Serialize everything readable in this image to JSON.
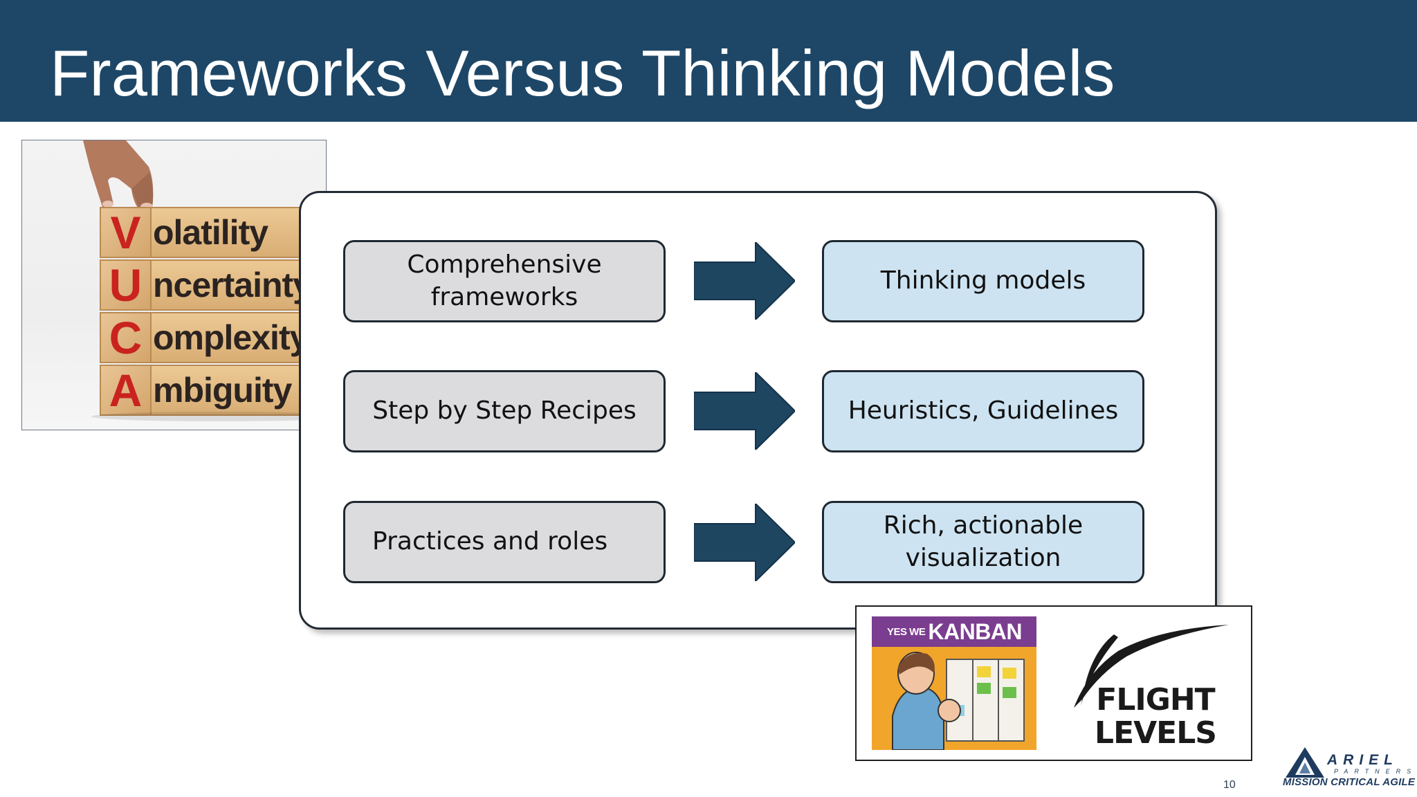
{
  "slide": {
    "title": "Frameworks Versus Thinking Models",
    "page_number": "10"
  },
  "vuca_image": {
    "rows": [
      {
        "letter": "V",
        "rest": "olatility"
      },
      {
        "letter": "U",
        "rest": "ncertainty"
      },
      {
        "letter": "C",
        "rest": "omplexity"
      },
      {
        "letter": "A",
        "rest": "mbiguity"
      }
    ]
  },
  "comparison": {
    "rows": [
      {
        "from": "Comprehensive frameworks",
        "to": "Thinking models"
      },
      {
        "from": "Step by Step Recipes",
        "to": "Heuristics, Guidelines"
      },
      {
        "from": "Practices and roles",
        "to": "Rich, actionable visualization"
      }
    ]
  },
  "logos": {
    "kanban_yes": "YES WE",
    "kanban_word": "KANBAN",
    "flight_line1": "FLIGHT",
    "flight_line2": "LEVELS"
  },
  "branding": {
    "company": "ARIEL",
    "partners": "PARTNERS",
    "tagline": "MISSION CRITICAL AGILE"
  },
  "colors": {
    "header": "#1e4767",
    "arrow": "#1f4661",
    "left_box": "#dcdcde",
    "right_box": "#cde3f1",
    "vuca_red": "#c9231f"
  }
}
